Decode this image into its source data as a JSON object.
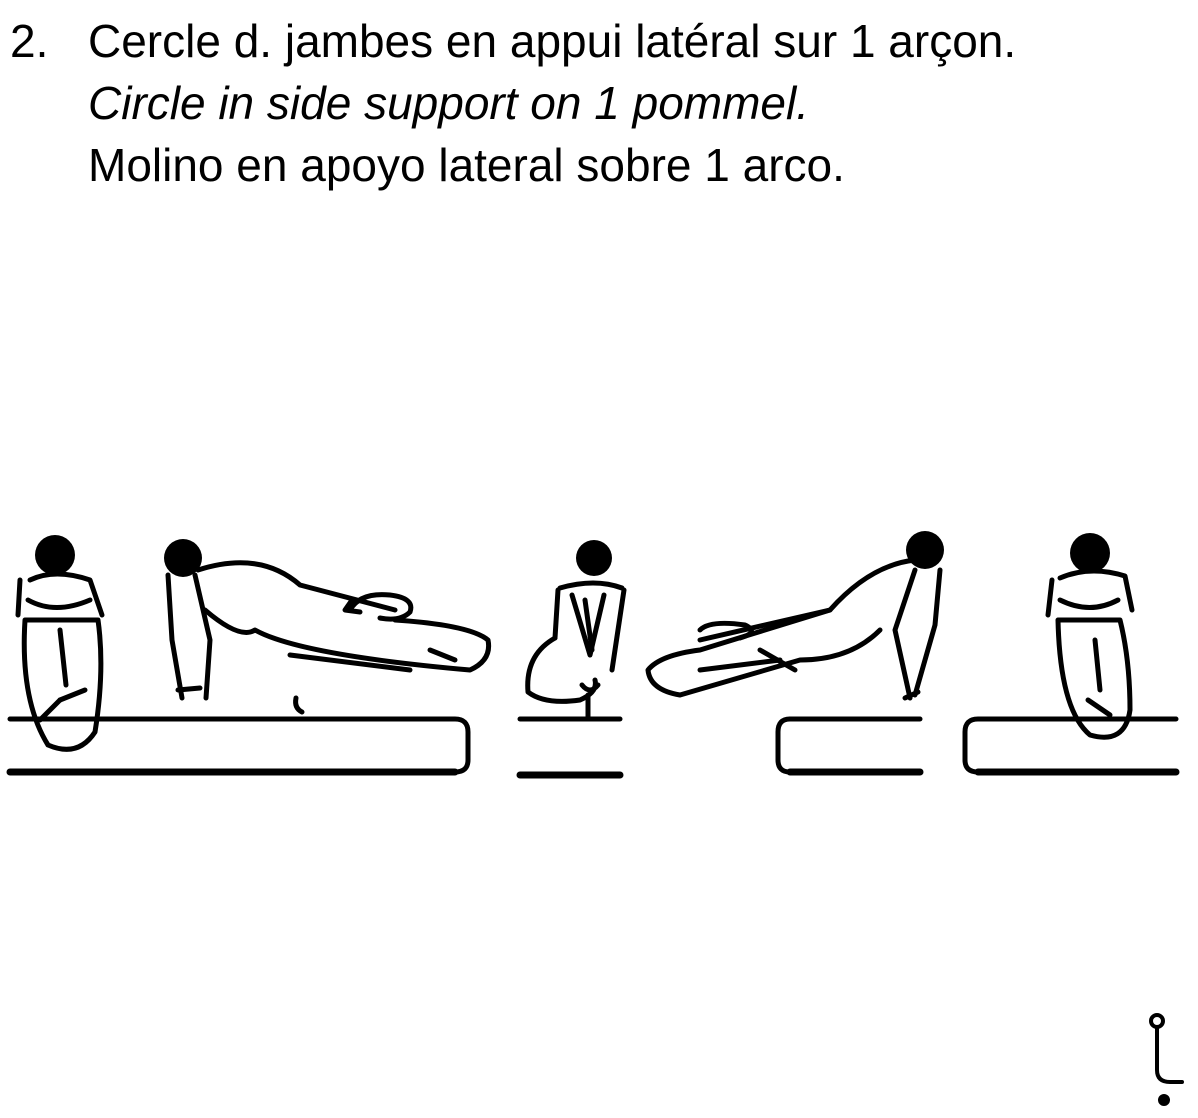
{
  "element": {
    "number": "2.",
    "name_fr": "Cercle d. jambes en appui latéral sur 1 arçon.",
    "name_en": "Circle in side support on 1 pommel.",
    "name_es": "Molino en apoyo lateral sobre 1 arco."
  },
  "illustration": {
    "figure_count": 5,
    "apparatus": "pommel-horse",
    "ink_color": "#000000"
  },
  "symbol": {
    "icon": "pommel-circle-symbol"
  }
}
